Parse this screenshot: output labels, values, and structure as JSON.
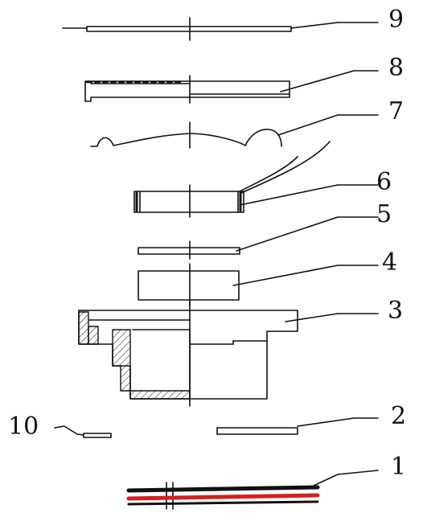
{
  "diagram": {
    "labels": {
      "p1": "1",
      "p2": "2",
      "p3": "3",
      "p4": "4",
      "p5": "5",
      "p6": "6",
      "p7": "7",
      "p8": "8",
      "p9": "9",
      "p10": "10"
    },
    "colors": {
      "stroke": "#111111",
      "hatch": "#333333",
      "wire_red": "#d42020",
      "wire_black": "#111111"
    }
  }
}
